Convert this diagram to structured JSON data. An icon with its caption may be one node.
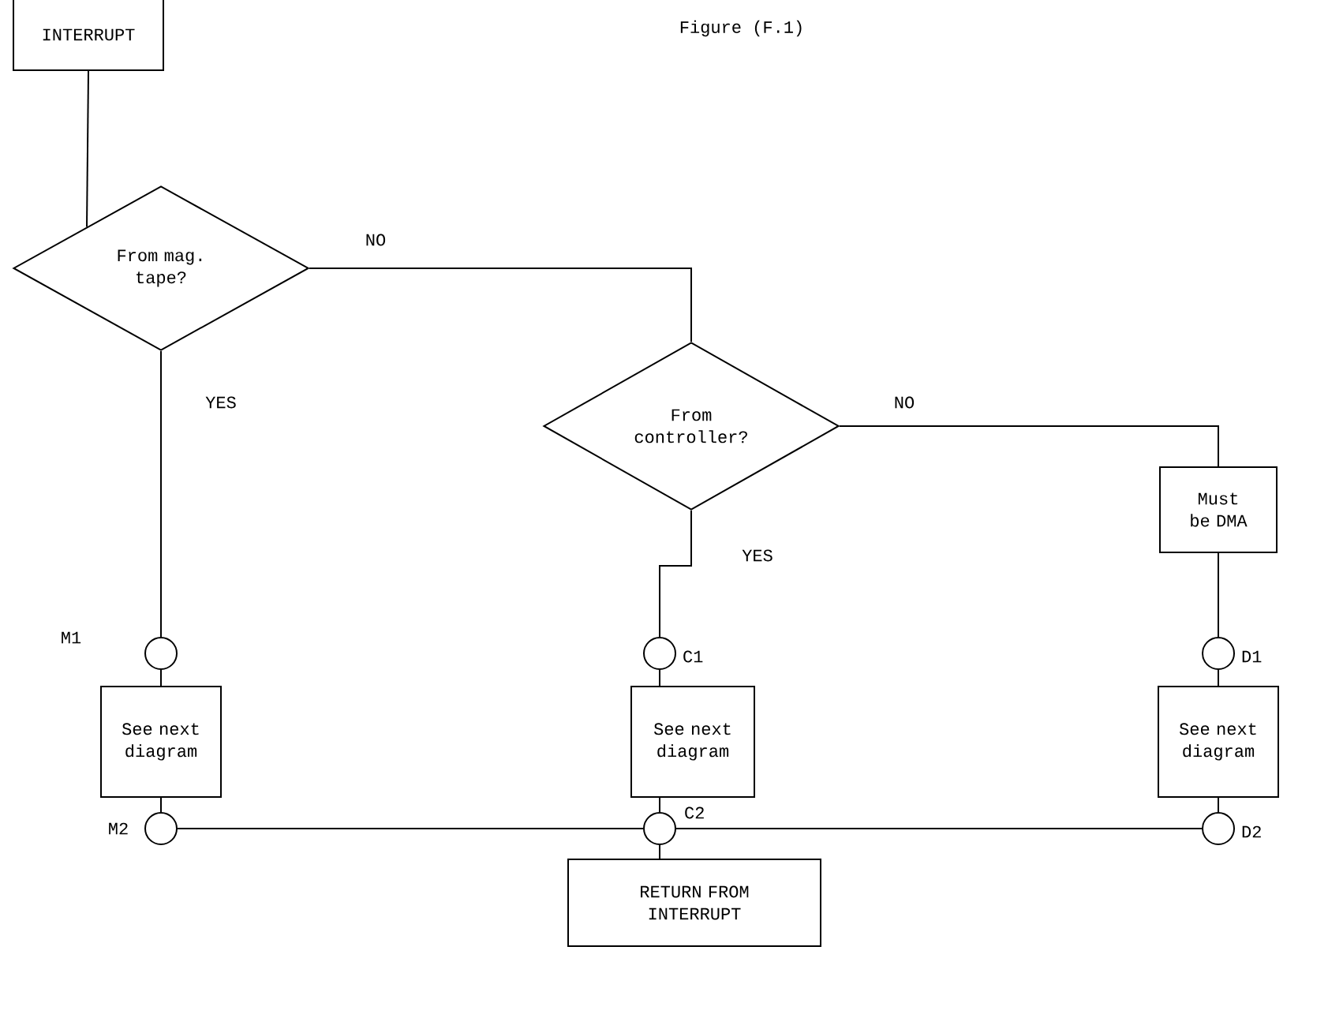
{
  "diagram": {
    "title": "Figure (F.1)",
    "nodes": [
      {
        "text": [
          "INTERRUPT"
        ]
      },
      {
        "text": [
          "From mag. tape?"
        ]
      },
      {
        "text": [
          "From controller?"
        ]
      },
      {
        "text": [
          "Must be DMA"
        ]
      },
      {
        "text": [],
        "shape": "circle",
        "beside": [
          "M1"
        ]
      },
      {
        "text": [
          "See next diagram"
        ]
      },
      {
        "text": [],
        "shape": "circle",
        "beside": [
          "M2"
        ]
      },
      {
        "text": [],
        "shape": "circle",
        "beside": [
          "C1"
        ]
      },
      {
        "text": [
          "See next diagram"
        ]
      },
      {
        "text": [],
        "shape": "circle",
        "beside": [
          "C2"
        ]
      },
      {
        "text": [],
        "shape": "circle",
        "beside": [
          "D1"
        ]
      },
      {
        "text": [
          "See next diagram"
        ]
      },
      {
        "text": [],
        "shape": "circle",
        "beside": [
          "D2"
        ]
      },
      {
        "text": [
          "RETURN FROM INTERRUPT"
        ]
      }
    ],
    "edges": [
      {
        "from": 0,
        "to": 1,
        "arrow": "none"
      },
      {
        "from": 1,
        "to": 2,
        "arrow": "none",
        "label": "NO"
      },
      {
        "from": 1,
        "to": 4,
        "arrow": "none",
        "label": "YES"
      },
      {
        "from": 2,
        "to": 3,
        "arrow": "none",
        "label": "NO"
      },
      {
        "from": 2,
        "to": 7,
        "arrow": "none",
        "label": "YES"
      },
      {
        "from": 3,
        "to": 10,
        "arrow": "none"
      },
      {
        "from": 4,
        "to": 5,
        "arrow": "none"
      },
      {
        "from": 5,
        "to": 6,
        "arrow": "none"
      },
      {
        "from": 7,
        "to": 8,
        "arrow": "none"
      },
      {
        "from": 8,
        "to": 9,
        "arrow": "none"
      },
      {
        "from": 10,
        "to": 11,
        "arrow": "none"
      },
      {
        "from": 11,
        "to": 12,
        "arrow": "none"
      },
      {
        "from": 6,
        "to": 9,
        "arrow": "none"
      },
      {
        "from": 12,
        "to": 9,
        "arrow": "none"
      },
      {
        "from": 9,
        "to": 13,
        "arrow": "none"
      }
    ]
  }
}
